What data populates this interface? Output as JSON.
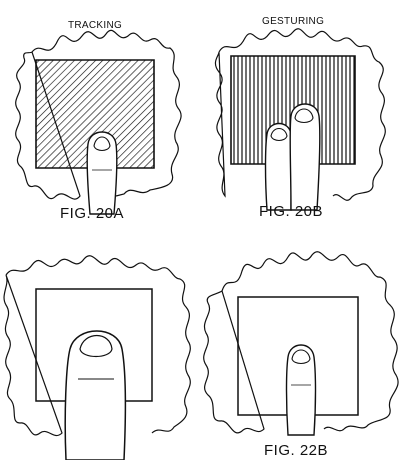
{
  "figures": [
    {
      "id": "20A",
      "mode_label": "TRACKING",
      "caption": "FIG. 20A",
      "rect_fill": "hatched",
      "fingers": 1
    },
    {
      "id": "20B",
      "mode_label": "GESTURING",
      "caption": "FIG. 20B",
      "rect_fill": "vertical-stripes",
      "fingers": 2
    },
    {
      "id": "21",
      "mode_label": "",
      "caption": "",
      "rect_fill": "blank",
      "fingers": 1
    },
    {
      "id": "22B",
      "mode_label": "",
      "caption": "FIG. 22B",
      "rect_fill": "blank",
      "fingers": 1
    }
  ],
  "colors": {
    "ink": "#111111",
    "paper": "#ffffff"
  }
}
